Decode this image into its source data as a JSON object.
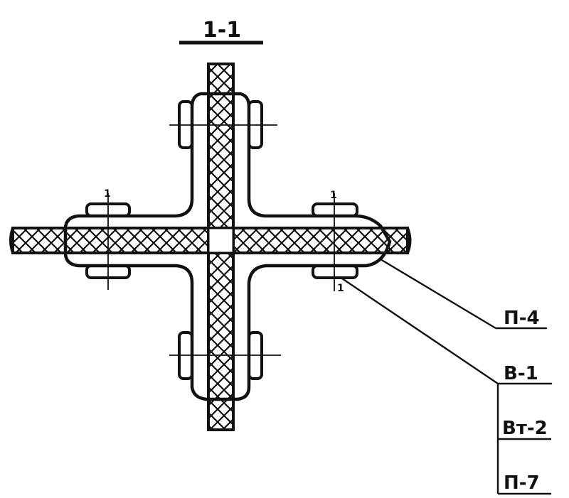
{
  "section": {
    "title": "1-1"
  },
  "callouts": {
    "top": "П-4",
    "middle": "В-1",
    "lower": "Вт-2",
    "bottom": "П-7"
  },
  "small_marks": {
    "left_top": "1",
    "right_top": "1",
    "right_bottom": "1"
  },
  "colors": {
    "ink": "#111111",
    "paper": "#ffffff"
  }
}
